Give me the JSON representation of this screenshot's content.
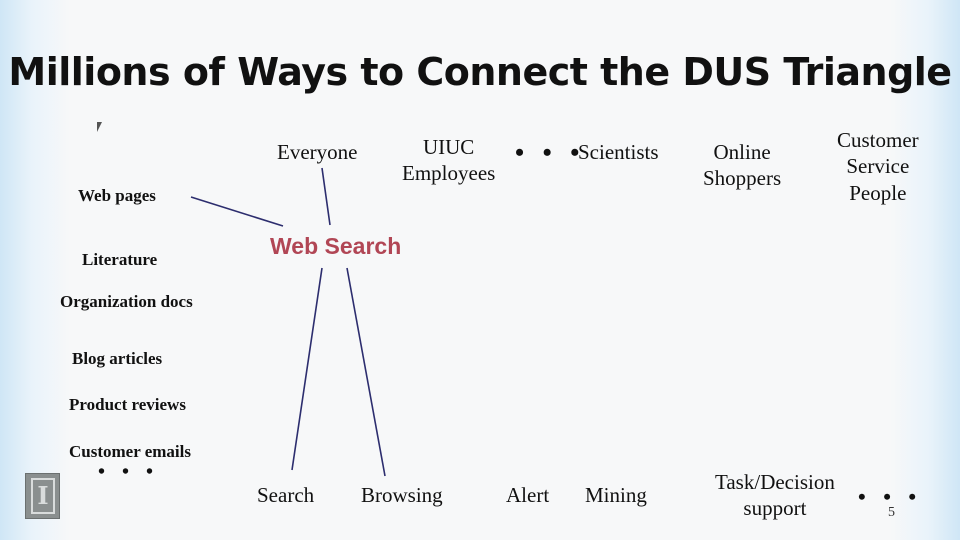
{
  "title": "Millions of Ways to Connect the DUS Triangle",
  "users": {
    "everyone": "Everyone",
    "uiuc_line1": "UIUC",
    "uiuc_line2": "Employees",
    "ellipsis": "• • •",
    "scientists": "Scientists",
    "online_line1": "Online",
    "online_line2": "Shoppers",
    "customer_line1": "Customer",
    "customer_line2": "Service",
    "customer_line3": "People"
  },
  "data_sources": {
    "web_pages": "Web pages",
    "literature": "Literature",
    "organization_docs": "Organization docs",
    "blog_articles": "Blog articles",
    "product_reviews": "Product reviews",
    "customer_emails": "Customer emails",
    "ellipsis": "• • •"
  },
  "center_label": "Web Search",
  "services": {
    "search": "Search",
    "browsing": "Browsing",
    "alert": "Alert",
    "mining": "Mining",
    "task_line1": "Task/Decision",
    "task_line2": "support",
    "ellipsis": "• • •"
  },
  "page_number": "5",
  "logo_letter": "I",
  "colors": {
    "accent": "#b14655",
    "line": "#2c2d6e"
  }
}
